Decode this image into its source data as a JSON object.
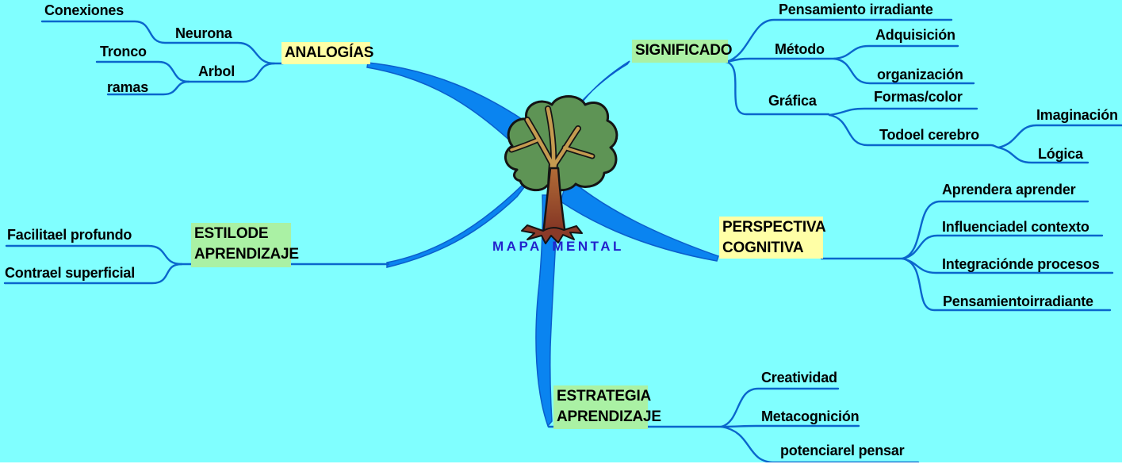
{
  "title": "MAPA MENTAL",
  "colors": {
    "background": "#80FFFF",
    "line": "#0A66CC",
    "branch_fill": "#0A84F0",
    "branch_edge": "#0A5ECC",
    "highlight_yellow": "#FFFFA6",
    "highlight_green": "#AAF1A4",
    "title_blue": "#2222CC",
    "tree_green": "#5E9455",
    "trunk_brown": "#8B3A28",
    "text": "#000000"
  },
  "center": {
    "label": "MAPA MENTAL",
    "icon": "tree-icon"
  },
  "branches": {
    "analogias": {
      "label": "ANALOGÍAS",
      "highlight": "yellow",
      "neurona": {
        "label": "Neurona",
        "conexiones": {
          "label": "Conexiones"
        }
      },
      "arbol": {
        "label": "Arbol",
        "tronco": {
          "label": "Tronco"
        },
        "ramas": {
          "label": "ramas"
        }
      }
    },
    "significado": {
      "label": "SIGNIFICADO",
      "highlight": "green",
      "pensamiento_irradiante": {
        "label": "Pensamiento irradiante"
      },
      "metodo": {
        "label": "Método",
        "adquisicion": {
          "label": "Adquisición"
        },
        "organizacion": {
          "label": "organización"
        }
      },
      "grafica": {
        "label": "Gráfica",
        "formas_color": {
          "label": "Formas/color"
        },
        "todo_el_cerebro": {
          "label": "Todoel cerebro",
          "imaginacion": {
            "label": "Imaginación"
          },
          "logica": {
            "label": "Lógica"
          }
        }
      }
    },
    "estilo_de_aprendizaje": {
      "label": "ESTILODE APRENDIZAJE",
      "highlight": "green",
      "facilita": {
        "label": "Facilitael profundo"
      },
      "contra": {
        "label": "Contrael superficial"
      }
    },
    "perspectiva_cognitiva": {
      "label": "PERSPECTIVA COGNITIVA",
      "highlight": "yellow",
      "aprender": {
        "label": "Aprendera aprender"
      },
      "influencia": {
        "label": "Influenciadel contexto"
      },
      "integracion": {
        "label": "Integraciónde procesos"
      },
      "pensamiento": {
        "label": "Pensamientoirradiante"
      }
    },
    "estrategia_aprendizaje": {
      "label": "ESTRATEGIA APRENDIZAJE",
      "highlight": "green",
      "creatividad": {
        "label": "Creatividad"
      },
      "metacognicion": {
        "label": "Metacognición"
      },
      "potenciar": {
        "label": "potenciarel pensar"
      }
    }
  }
}
